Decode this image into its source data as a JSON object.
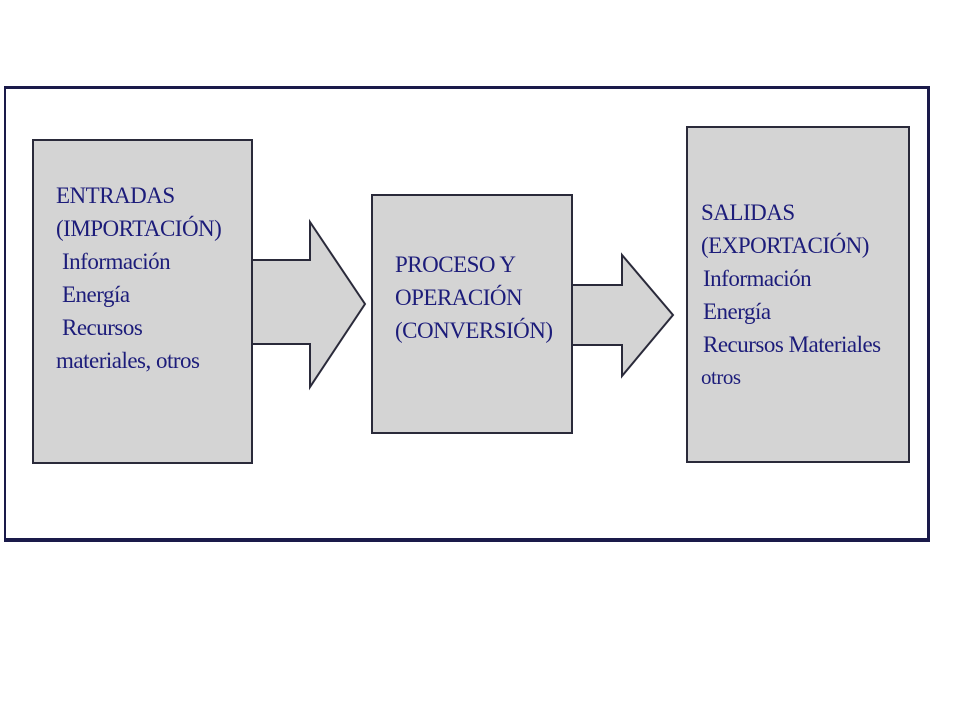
{
  "diagram": {
    "colors": {
      "box_fill": "#d4d4d4",
      "text": "#1c1c7a",
      "frame_border": "#1a1a4a"
    },
    "input": {
      "title": "ENTRADAS",
      "subtitle": "(IMPORTACIÓN)",
      "items": [
        "Información",
        "Energía",
        "Recursos",
        "materiales, otros"
      ]
    },
    "process": {
      "lines": [
        "PROCESO Y",
        "OPERACIÓN",
        "(CONVERSIÓN)"
      ]
    },
    "output": {
      "title": "SALIDAS",
      "subtitle": "(EXPORTACIÓN)",
      "items": [
        "Información",
        "Energía",
        "Recursos Materiales",
        "otros"
      ]
    }
  }
}
